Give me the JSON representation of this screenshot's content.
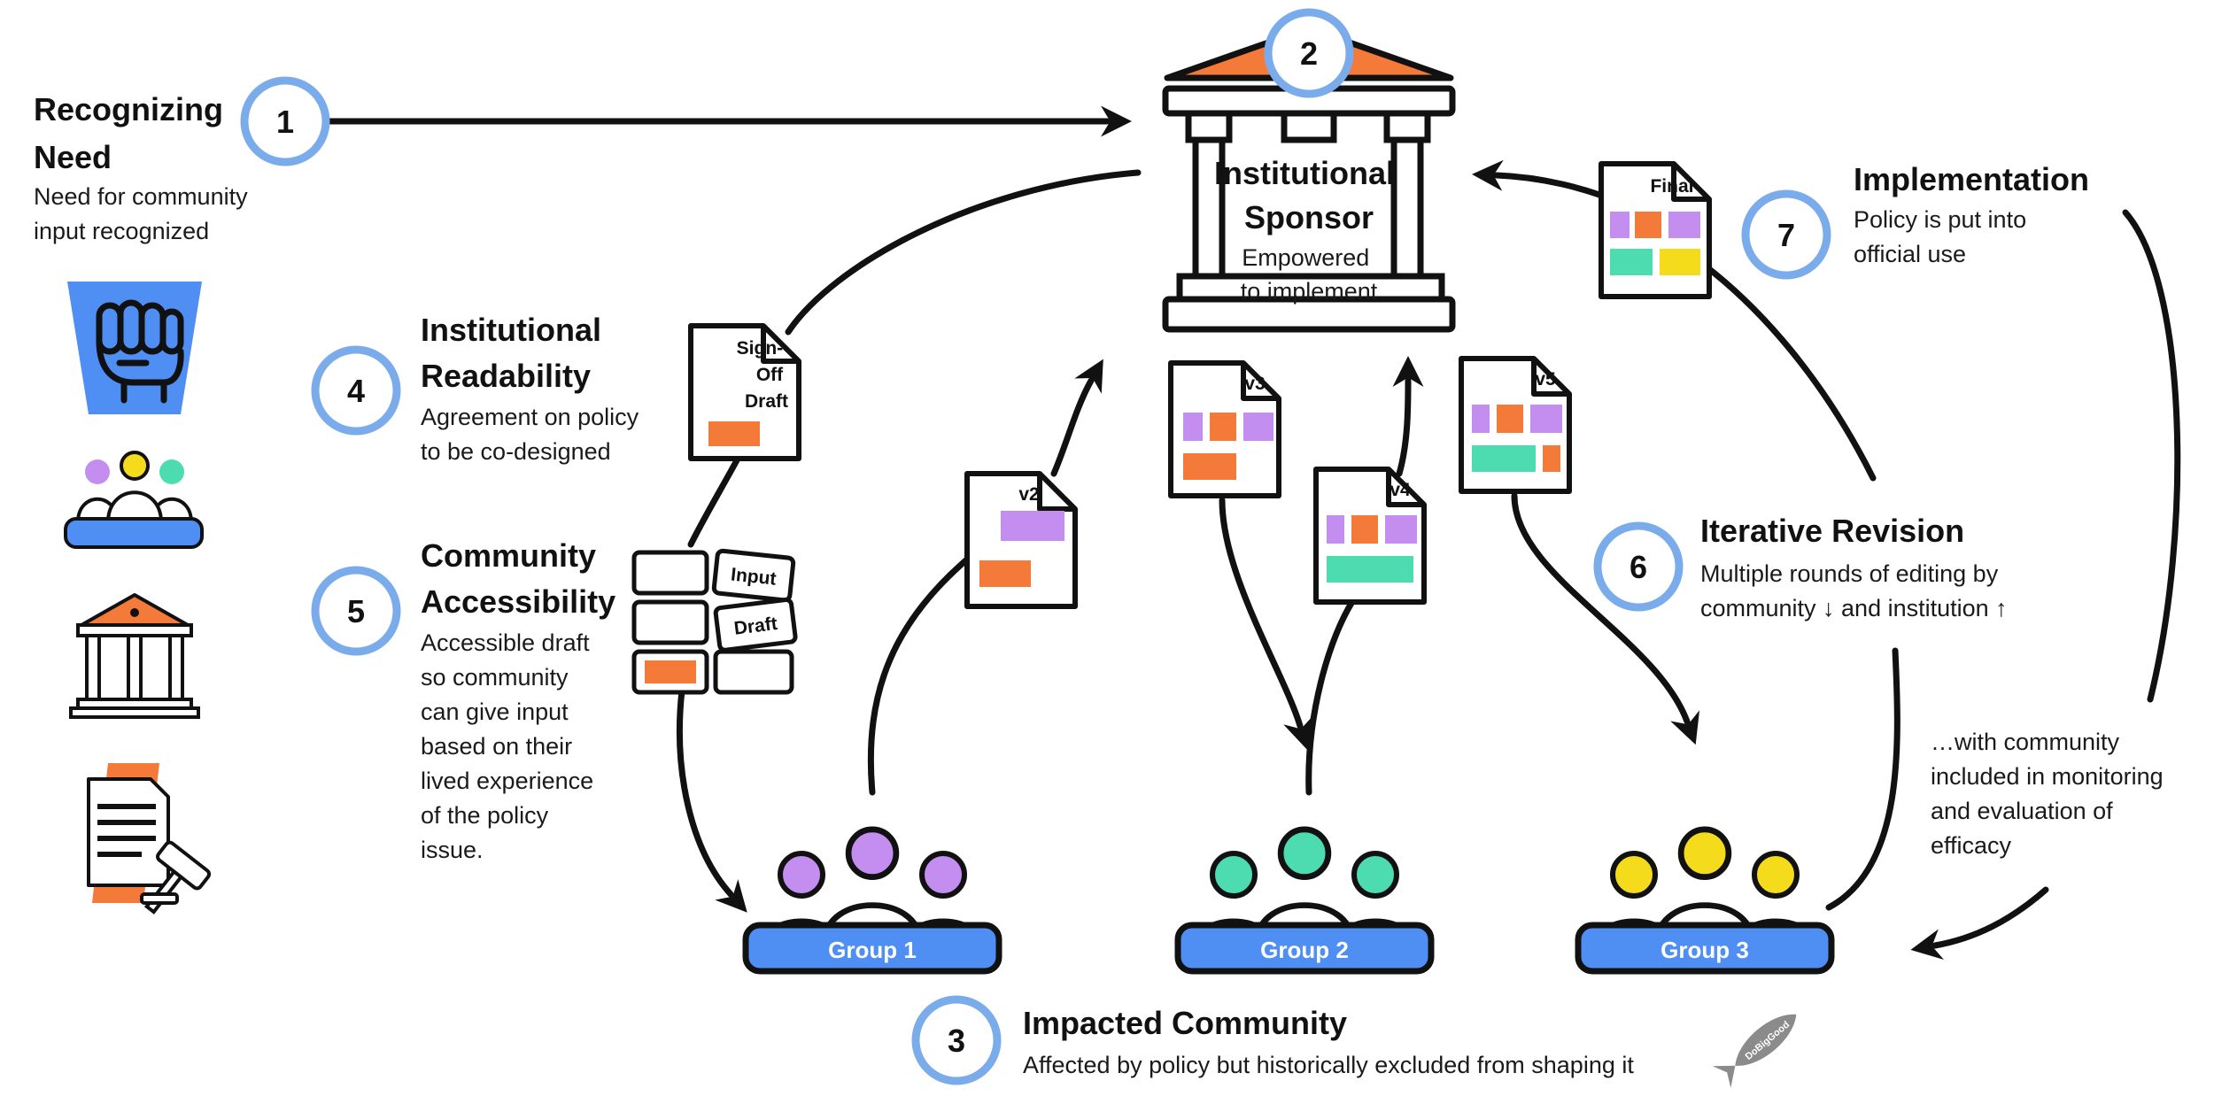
{
  "steps": [
    {
      "num": "1",
      "title_lines": [
        "Recognizing",
        "Need"
      ],
      "desc_lines": [
        "Need for community",
        "input recognized"
      ]
    },
    {
      "num": "2",
      "title_lines": [
        "Institutional",
        "Sponsor"
      ],
      "desc_lines": [
        "Empowered",
        "to implement"
      ]
    },
    {
      "num": "3",
      "title_lines": [
        "Impacted Community"
      ],
      "desc_lines": [
        "Affected by policy but historically excluded from shaping it"
      ]
    },
    {
      "num": "4",
      "title_lines": [
        "Institutional",
        "Readability"
      ],
      "desc_lines": [
        "Agreement on policy",
        "to be co-designed"
      ]
    },
    {
      "num": "5",
      "title_lines": [
        "Community",
        "Accessibility"
      ],
      "desc_lines": [
        "Accessible draft",
        "so community",
        "can give input",
        "based on their",
        "lived experience",
        "of the policy",
        "issue."
      ]
    },
    {
      "num": "6",
      "title_lines": [
        "Iterative Revision"
      ],
      "desc_lines": [
        "Multiple rounds of editing  by",
        "community ↓  and institution ↑"
      ]
    },
    {
      "num": "7",
      "title_lines": [
        "Implementation"
      ],
      "desc_lines": [
        "Policy is put into",
        "official use"
      ]
    }
  ],
  "groups": [
    {
      "label": "Group 1",
      "color": "#c48ef0"
    },
    {
      "label": "Group 2",
      "color": "#4ddcb0"
    },
    {
      "label": "Group 3",
      "color": "#f4dc1c"
    }
  ],
  "documents": {
    "signoff": [
      "Sign-",
      "Off",
      "Draft"
    ],
    "v2": "v2",
    "v3": "v3",
    "v4": "v4",
    "v5": "v5",
    "final": "Final",
    "input_card": "Input",
    "draft_card": "Draft"
  },
  "monitoring_note": [
    "…with community",
    "included in monitoring",
    "and evaluation of",
    "efficacy"
  ],
  "watermark": "DoBigGood",
  "colors": {
    "circle_ring": "#7aabea",
    "accent_orange": "#f47a3a",
    "group_blue": "#4f8ef2",
    "purple": "#c48ef0",
    "teal": "#4ddcb0",
    "yellow": "#f4dc1c"
  },
  "icons": {
    "fist": "raised-fist-icon",
    "people": "people-group-icon",
    "building": "institution-building-icon",
    "document": "policy-document-gavel-icon"
  }
}
